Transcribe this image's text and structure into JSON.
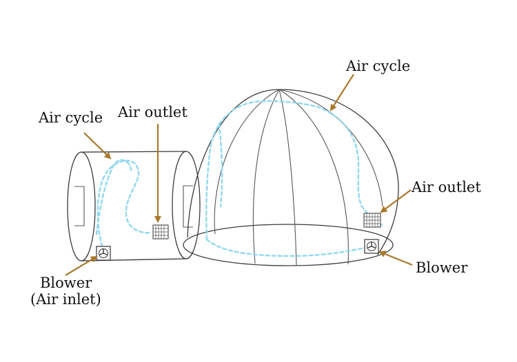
{
  "labels": {
    "air_cycle_left": "Air cycle",
    "air_outlet_left": "Air outlet",
    "air_cycle_right": "Air cycle",
    "air_outlet_right": "Air outlet",
    "blower_left_line1": "Blower",
    "blower_left_line2": "(Air inlet)",
    "blower_right": "Blower"
  },
  "colors": {
    "airflow": "#8fd8f0",
    "pointer": "#a8782a",
    "outline": "#3a3a3a"
  },
  "icons": {
    "air_outlet": "grille-vent",
    "blower": "fan"
  }
}
